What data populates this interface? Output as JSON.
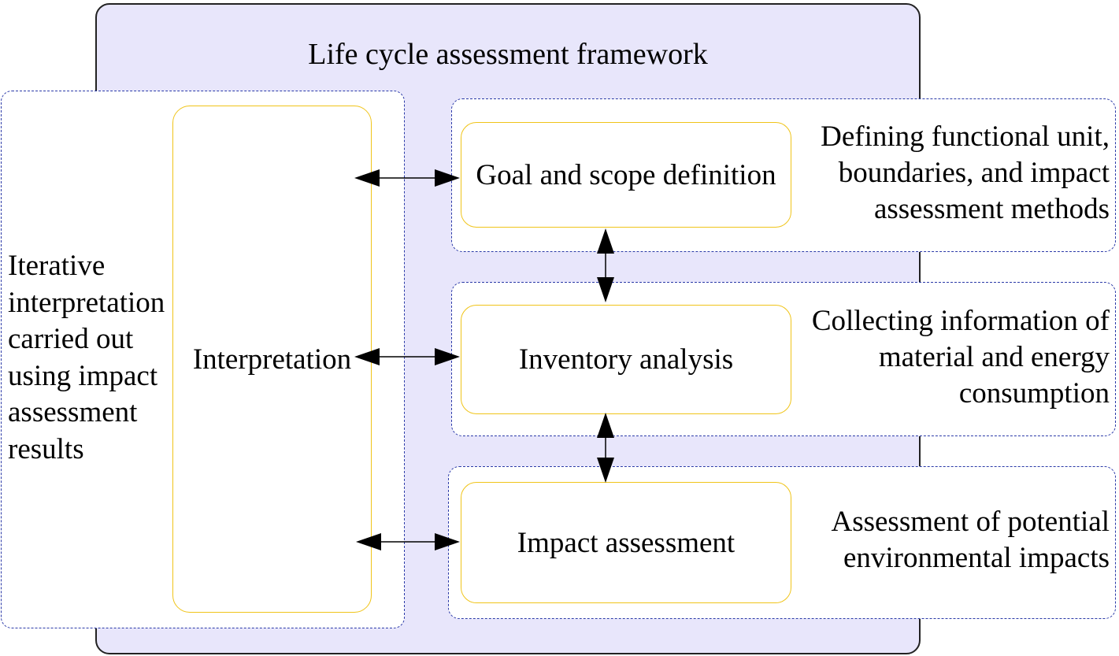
{
  "framework": {
    "title": "Life cycle assessment framework"
  },
  "interpretation": {
    "label": "Interpretation",
    "description": "Iterative interpretation carried out using impact assessment results"
  },
  "stages": [
    {
      "label": "Goal and scope definition",
      "description": "Defining functional unit, boundaries, and impact assessment methods"
    },
    {
      "label": "Inventory analysis",
      "description": "Collecting information of material and energy consumption"
    },
    {
      "label": "Impact assessment",
      "description": "Assessment of potential environmental impacts"
    }
  ],
  "colors": {
    "framework_fill": "#e8e6fb",
    "framework_border": "#222222",
    "dashed_border": "#2b3aa8",
    "box_border": "#f0c419",
    "arrow": "#000000",
    "text": "#000000"
  }
}
